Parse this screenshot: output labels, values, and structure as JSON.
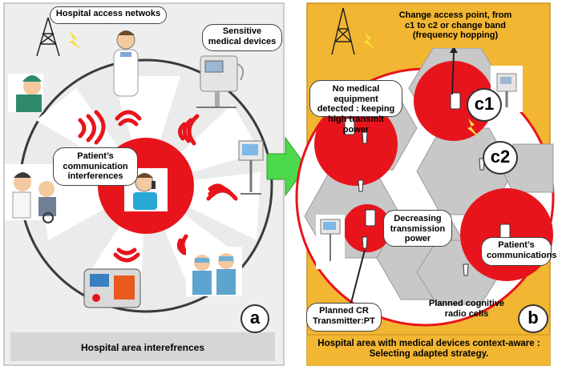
{
  "panel_a": {
    "access_label": "Hospital access netwoks",
    "devices_label": "Sensitive medical devices",
    "patient_label": "Patient’s communication interferences",
    "letter": "a",
    "footer": "Hospital area interefrences",
    "colors": {
      "background": "#eeeeee",
      "red": "#e8141c",
      "border": "#bdbdbd"
    }
  },
  "panel_b": {
    "change_ap_label": "Change access point, from c1 to c2 or change band (frequency hopping)",
    "no_equipment_label": "No medical equipment detected : keeping high transmit power",
    "c1": "c1",
    "c2": "c2",
    "decreasing_label": "Decreasing transmission power",
    "patient_comm_label": "Patient’s communications",
    "planned_cr_label": "Planned CR Transmitter:PT",
    "planned_cells_label": "Planned cognitive radio cells",
    "letter": "b",
    "footer": "Hospital area with medical devices context-aware : Selecting adapted strategy.",
    "colors": {
      "background": "#f2b632",
      "red": "#e8141c",
      "cell": "#c8c8c8"
    }
  },
  "arrow": {
    "color": "#4cd94c"
  }
}
